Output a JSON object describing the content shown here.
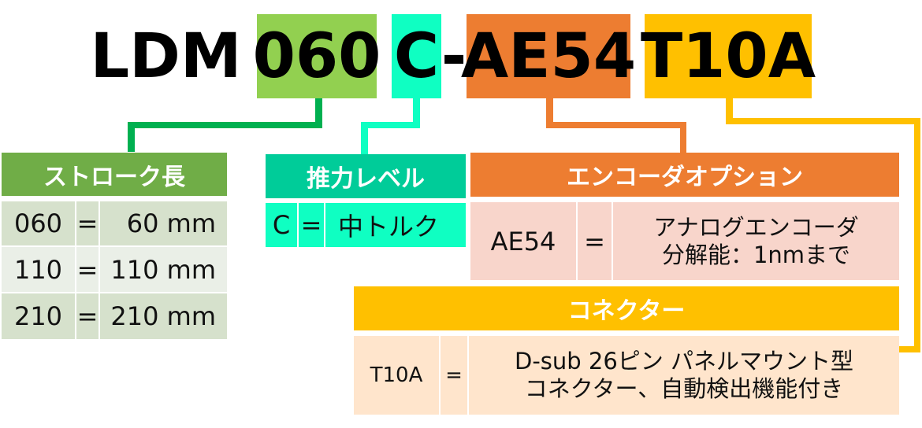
{
  "code": {
    "prefix": "LDM",
    "stroke": "060",
    "thrust": "C",
    "dash": "-",
    "encoder": "AE54",
    "connector": "T10A"
  },
  "colors": {
    "stroke": "#92D050",
    "stroke_line": "#00B050",
    "thrust": "#0FFFC2",
    "encoder": "#ED7D31",
    "connector": "#FFC000"
  },
  "stroke_table": {
    "header": "ストローク長",
    "rows": [
      {
        "code": "060",
        "eq": "=",
        "value": "60 mm"
      },
      {
        "code": "110",
        "eq": "=",
        "value": "110 mm"
      },
      {
        "code": "210",
        "eq": "=",
        "value": "210 mm"
      }
    ]
  },
  "thrust_table": {
    "header": "推力レベル",
    "rows": [
      {
        "code": "C",
        "eq": "=",
        "value": "中トルク"
      }
    ]
  },
  "encoder_table": {
    "header": "エンコーダオプション",
    "rows": [
      {
        "code": "AE54",
        "eq": "=",
        "line1": "アナログエンコーダ",
        "line2": "分解能：1nmまで"
      }
    ]
  },
  "connector_table": {
    "header": "コネクター",
    "rows": [
      {
        "code": "T10A",
        "eq": "=",
        "line1": "D-sub 26ピン パネルマウント型",
        "line2": "コネクター、自動検出機能付き"
      }
    ]
  }
}
